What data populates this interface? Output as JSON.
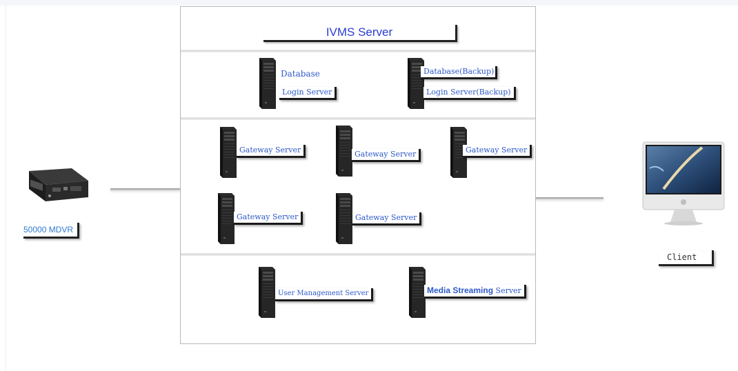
{
  "title": "IVMS Server",
  "servers": {
    "database_1": [
      "Database",
      "Login Server"
    ],
    "database_2": [
      "Database(Backup)",
      "Login Server(Backup)"
    ],
    "gateway": [
      "Gateway Server",
      "Gateway Server",
      "Gateway Server",
      "Gateway Server",
      "Gateway Server"
    ],
    "user_management": "User Management Server",
    "media_streaming_bold": "Media Streaming",
    "media_streaming_rest": " Server"
  },
  "device": {
    "label": "50000 MDVR"
  },
  "client": {
    "label": "Client"
  },
  "icons": {
    "server": "server-tower-icon",
    "dvr": "mdvr-device-icon",
    "client": "imac-computer-icon"
  },
  "colors": {
    "title": "#2a3bd1",
    "label": "#2d59c8",
    "device_label": "#2f7ad1"
  }
}
